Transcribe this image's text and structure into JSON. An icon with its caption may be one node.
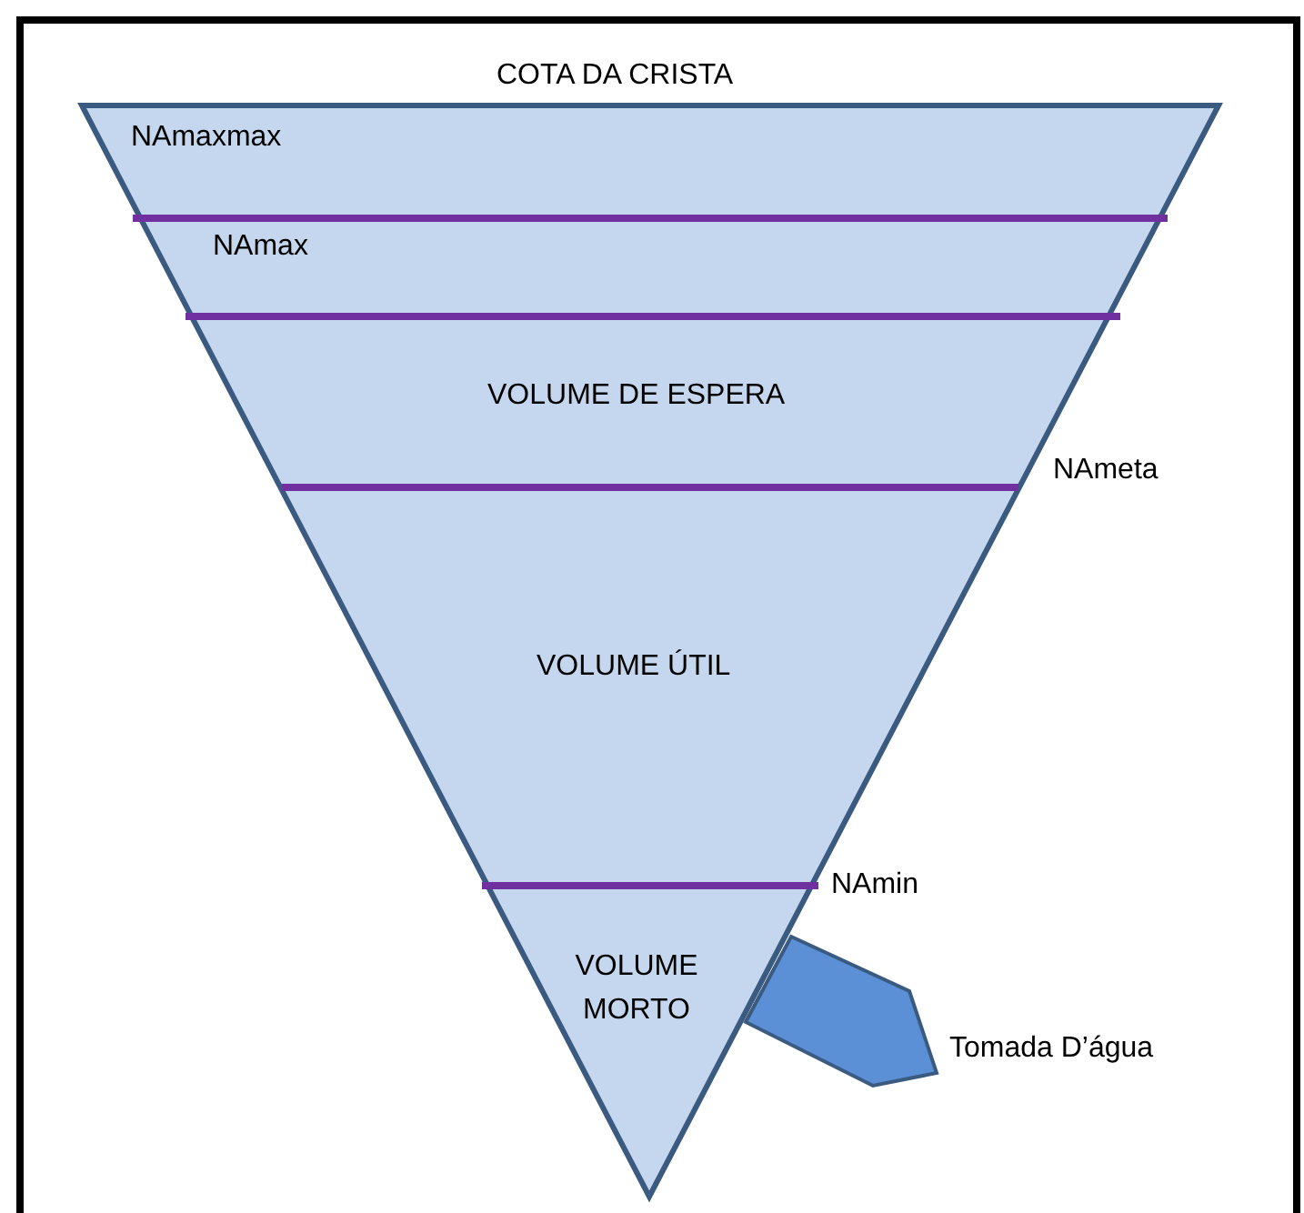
{
  "diagram": {
    "labels": [
      "COTA DA CRISTA",
      "NAmaxmax",
      "NAmax",
      "VOLUME DE ESPERA",
      "NAmeta",
      "VOLUME ÚTIL",
      "NAmin",
      "VOLUME MORTO",
      "Tomada D’água"
    ]
  }
}
